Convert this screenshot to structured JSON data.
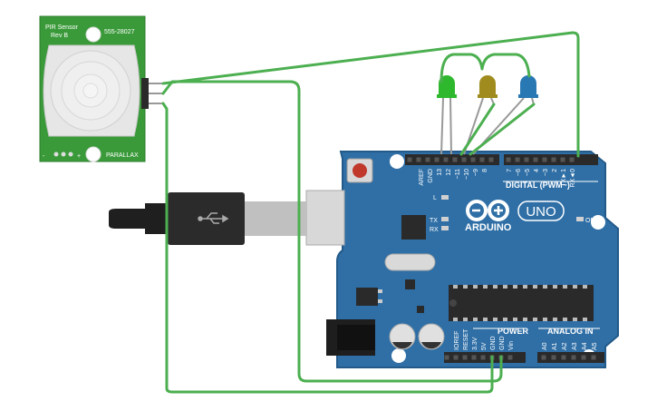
{
  "pir": {
    "title_line1": "PIR Sensor",
    "title_line2": "Rev B",
    "part_number": "555-28027",
    "brand": "PARALLAX",
    "pin_minus": "-",
    "pin_plus": "+",
    "colors": {
      "board": "#3a9a3a",
      "lens": "#e6e6e6"
    }
  },
  "arduino": {
    "brand": "ARDUINO",
    "model": "UNO",
    "digital_header_label": "DIGITAL (PWM~)",
    "digital_pins": [
      "AREF",
      "GND",
      "13",
      "12",
      "~11",
      "~10",
      "~9",
      "8",
      "7",
      "~6",
      "~5",
      "4",
      "~3",
      "2",
      "TX►1",
      "RX◄0"
    ],
    "led_labels": {
      "l": "L",
      "tx": "TX",
      "rx": "RX",
      "on": "ON"
    },
    "power_label": "POWER",
    "power_pins": [
      "IOREF",
      "RESET",
      "3.3V",
      "5V",
      "GND",
      "GND",
      "Vin"
    ],
    "analog_label": "ANALOG IN",
    "analog_pins": [
      "A0",
      "A1",
      "A2",
      "A3",
      "A4",
      "A5"
    ],
    "colors": {
      "board": "#2f6fa6",
      "board_edge": "#235a8a"
    }
  },
  "leds": [
    {
      "color_name": "green",
      "color": "#2eb82e"
    },
    {
      "color_name": "yellow",
      "color": "#a08c1e"
    },
    {
      "color_name": "blue",
      "color": "#2878b4"
    }
  ],
  "wire_color": "#4caf50"
}
